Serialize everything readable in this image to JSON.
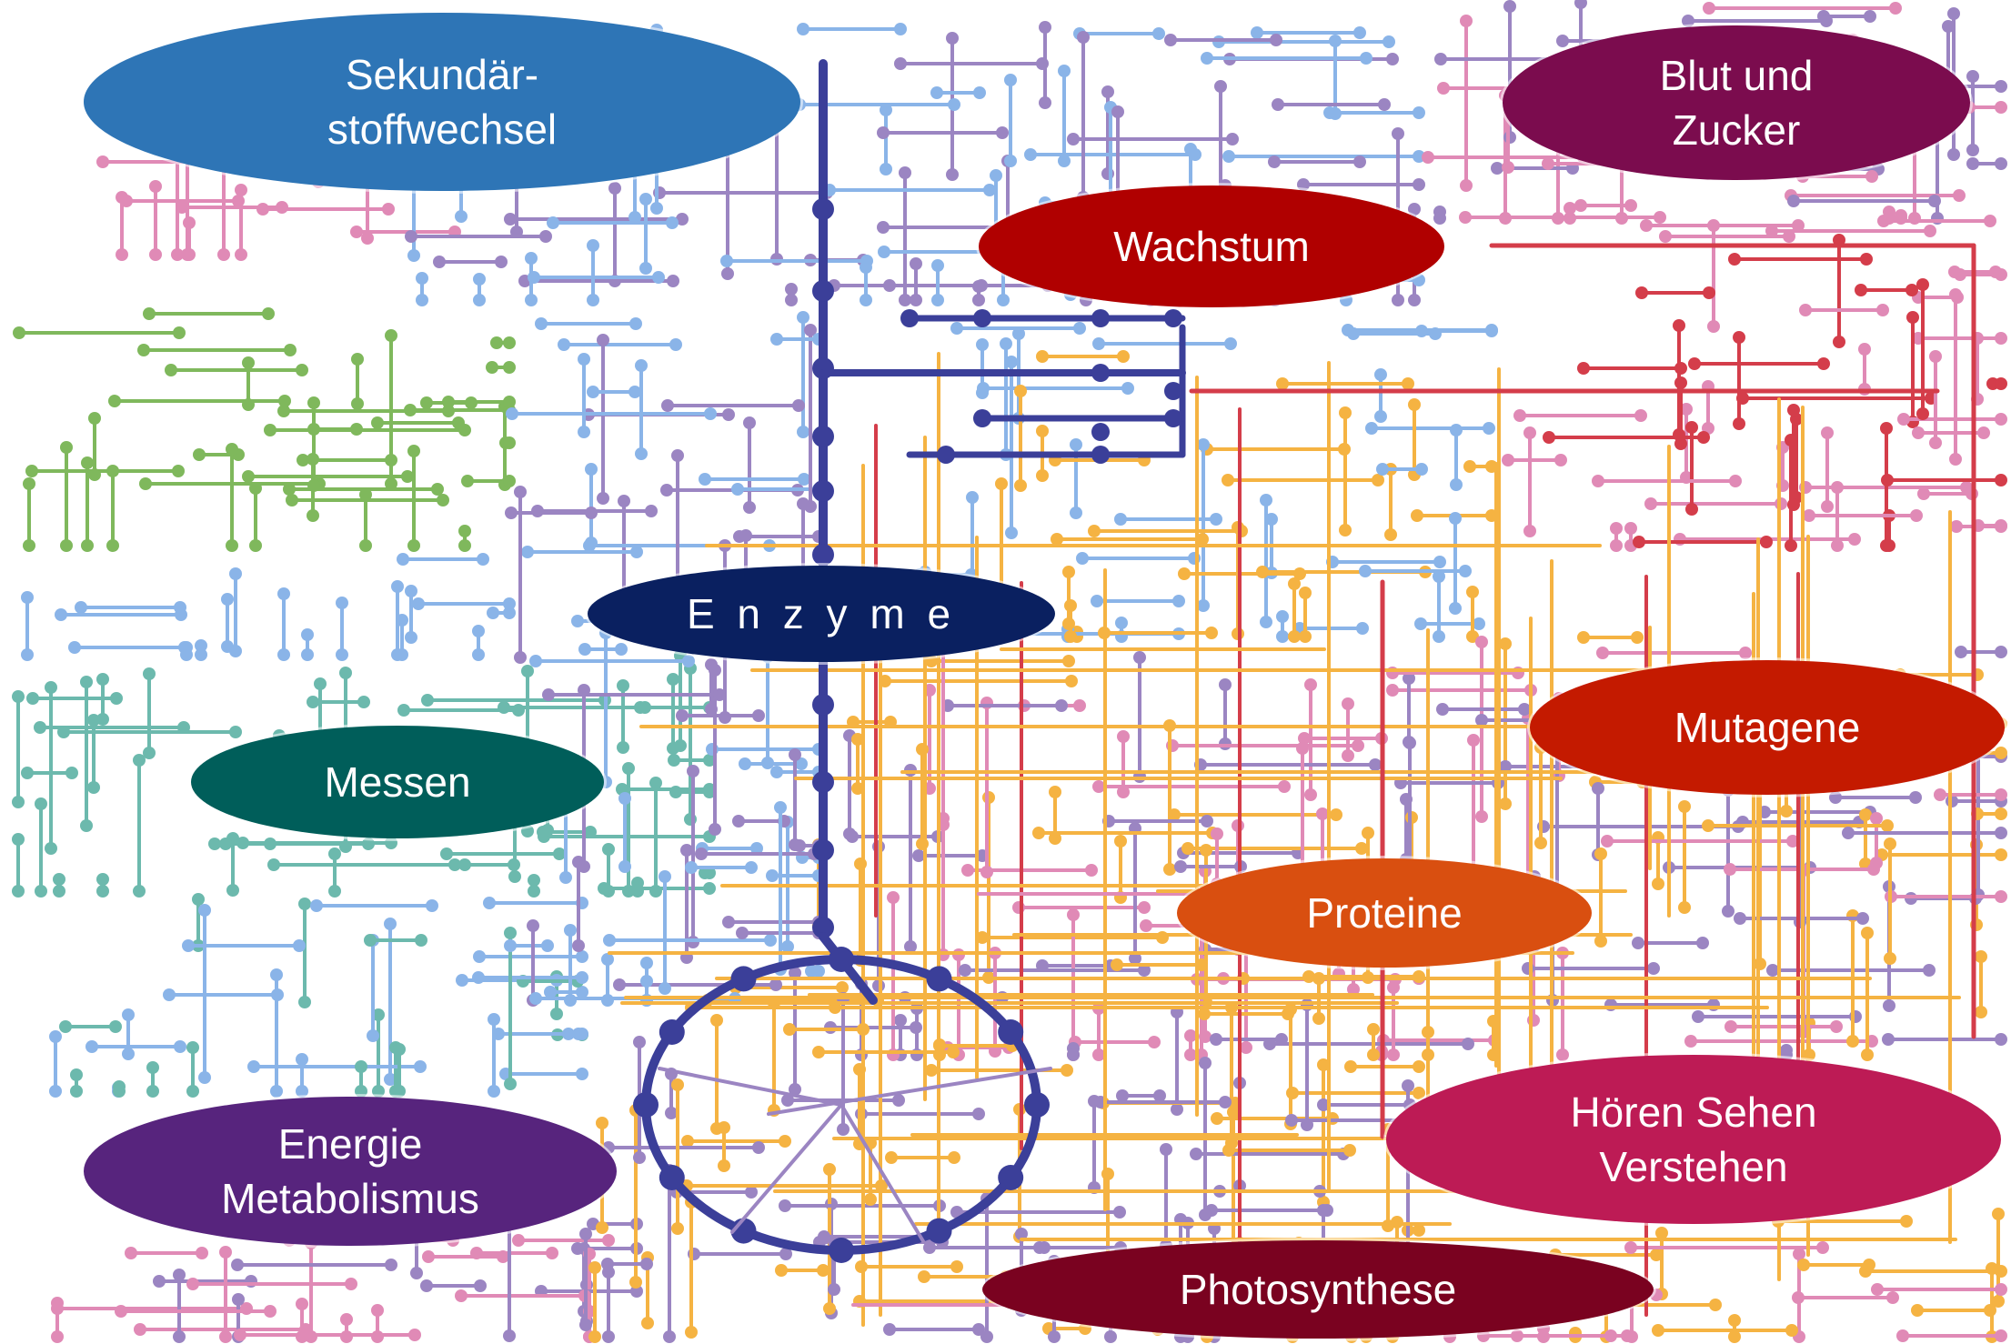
{
  "diagram": {
    "top_title_fragment": "",
    "colors": {
      "blue": "#2e75b6",
      "dark_purple": "#7b0c4e",
      "red": "#b00000",
      "navy": "#0a2060",
      "teal": "#005e5a",
      "orange_red": "#c41a00",
      "orange": "#d94f10",
      "crimson": "#bd1b55",
      "purple": "#57247d",
      "maroon": "#7a0220",
      "line_blue": "#8ab4e8",
      "line_green": "#7fb85c",
      "line_teal": "#6cb9ad",
      "line_purple": "#9b85c2",
      "line_pink": "#e08ab6",
      "line_red": "#d43d4a",
      "line_yellow": "#f5b342",
      "line_navy": "#3b3f99"
    },
    "nodes": [
      {
        "id": "sekundaerstoffwechsel",
        "label": "Sekundär-\nstoffwechsel",
        "color": "#2e75b6"
      },
      {
        "id": "blut-und-zucker",
        "label": "Blut und\nZucker",
        "color": "#7b0c4e"
      },
      {
        "id": "wachstum",
        "label": "Wachstum",
        "color": "#b00000"
      },
      {
        "id": "enzyme",
        "label": "E n z y m e",
        "color": "#0a2060"
      },
      {
        "id": "messen",
        "label": "Messen",
        "color": "#005e5a"
      },
      {
        "id": "mutagene",
        "label": "Mutagene",
        "color": "#c41a00"
      },
      {
        "id": "proteine",
        "label": "Proteine",
        "color": "#d94f10"
      },
      {
        "id": "hoeren-sehen-verstehen",
        "label": "Hören Sehen\nVerstehen",
        "color": "#bd1b55"
      },
      {
        "id": "energie-metabolismus",
        "label": "Energie\nMetabolismus",
        "color": "#57247d"
      },
      {
        "id": "photosynthese",
        "label": "Photosynthese",
        "color": "#7a0220"
      }
    ]
  }
}
